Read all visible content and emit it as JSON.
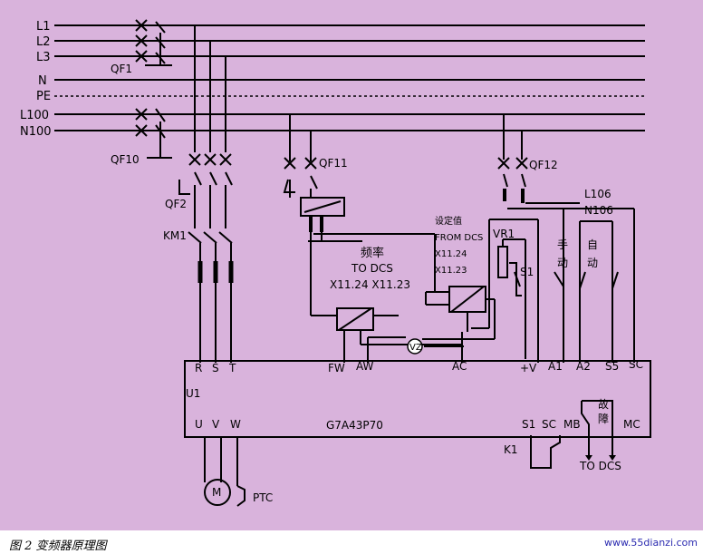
{
  "buses": {
    "l1": "L1",
    "l2": "L2",
    "l3": "L3",
    "n": "N",
    "pe": "PE",
    "l100": "L100",
    "n100": "N100"
  },
  "breakers": {
    "qf1": "QF1",
    "qf10": "QF10",
    "qf11": "QF11",
    "qf12": "QF12",
    "qf2": "QF2",
    "km1": "KM1"
  },
  "converters": {
    "freq_label": "频率",
    "to_dcs": "TO DCS",
    "x_terms_1": "X11.24 X11.23",
    "setpoint_label": "设定值",
    "from_dcs": "FROM DCS",
    "x_term_a": "X11.24",
    "x_term_b": "X11.23"
  },
  "controls": {
    "vr1": "VR1",
    "s1": "S1",
    "manual": "手动",
    "auto": "自动",
    "l106": "L106",
    "n106": "N106",
    "vz": "VZ"
  },
  "drive": {
    "top_terms": [
      "R",
      "S",
      "T",
      "FW",
      "AW",
      "AC",
      "+V",
      "A1",
      "A2",
      "S5",
      "SC"
    ],
    "u1": "U1",
    "model": "G7A43P70",
    "bottom_terms": [
      "U",
      "V",
      "W",
      "S1",
      "SC",
      "MB",
      "MC"
    ],
    "fault": "故障"
  },
  "outputs": {
    "k1": "K1",
    "to_dcs": "TO DCS",
    "motor": "M",
    "ptc": "PTC"
  },
  "footer": {
    "caption": "图 2   变频器原理图",
    "watermark": "www.55dianzi.com"
  },
  "colors": {
    "background": "#d9b3dc",
    "line": "#000000",
    "watermark": "#2b2bb0"
  }
}
